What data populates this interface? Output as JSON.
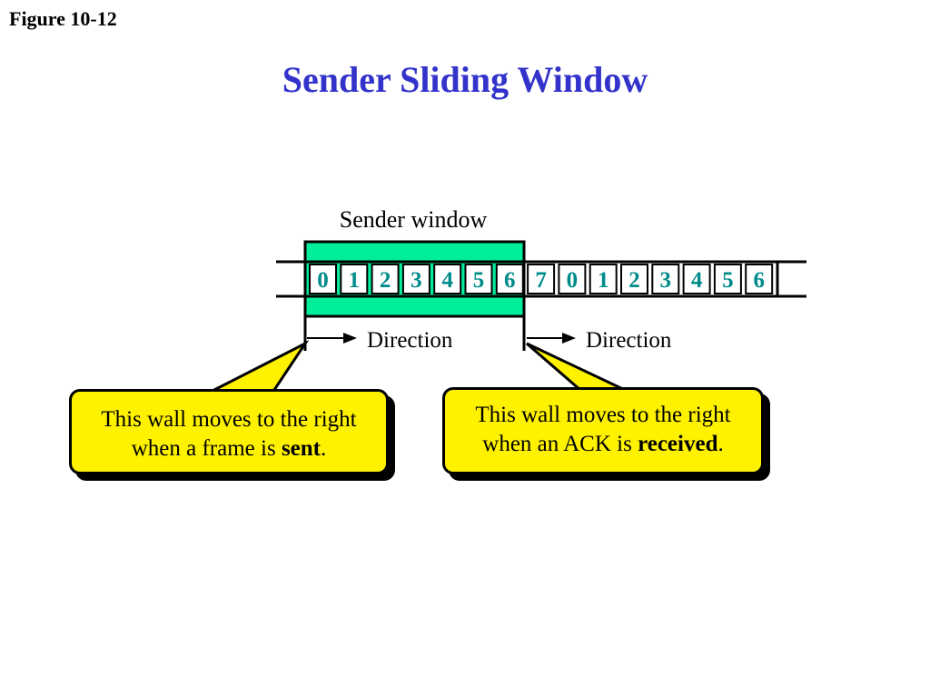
{
  "header": {
    "figure_label": "Figure 10-12",
    "title": "Sender Sliding Window"
  },
  "diagram": {
    "window_label": "Sender window",
    "frames": [
      "0",
      "1",
      "2",
      "3",
      "4",
      "5",
      "6",
      "7",
      "0",
      "1",
      "2",
      "3",
      "4",
      "5",
      "6"
    ],
    "window_frame_count": 7,
    "direction_left": "Direction",
    "direction_right": "Direction",
    "callout_left": {
      "line1": "This wall moves to the right",
      "line2_prefix": "when a frame is ",
      "line2_bold": "sent",
      "line2_suffix": "."
    },
    "callout_right": {
      "line1": "This wall moves to the right",
      "line2_prefix": "when an ACK is ",
      "line2_bold": "received",
      "line2_suffix": "."
    },
    "colors": {
      "title": "#3333cc",
      "window_fill": "#00ee99",
      "frame_text": "#008b8b",
      "callout_fill": "#fff200"
    }
  }
}
